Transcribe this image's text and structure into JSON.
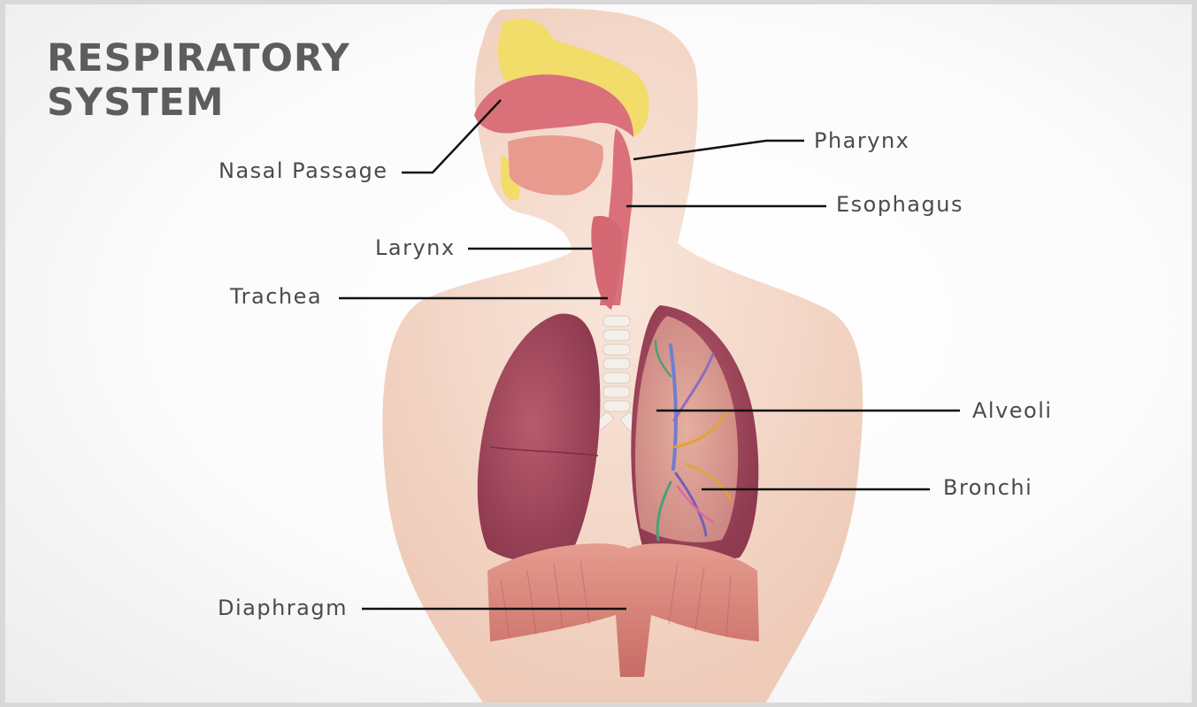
{
  "title": {
    "line1": "RESPIRATORY",
    "line2": "SYSTEM"
  },
  "labels": {
    "nasal_passage": "Nasal Passage",
    "pharynx": "Pharynx",
    "esophagus": "Esophagus",
    "larynx": "Larynx",
    "trachea": "Trachea",
    "alveoli": "Alveoli",
    "bronchi": "Bronchi",
    "diaphragm": "Diaphragm"
  },
  "colors": {
    "title": "#5d5d5f",
    "label_text": "#4b4b4d",
    "leader_line": "#111111",
    "skin": "#f3d6c6",
    "lung": "#a8485e",
    "airway": "#d9707a",
    "diaphragm": "#d98a7f",
    "sinus": "#f2dc6a"
  }
}
